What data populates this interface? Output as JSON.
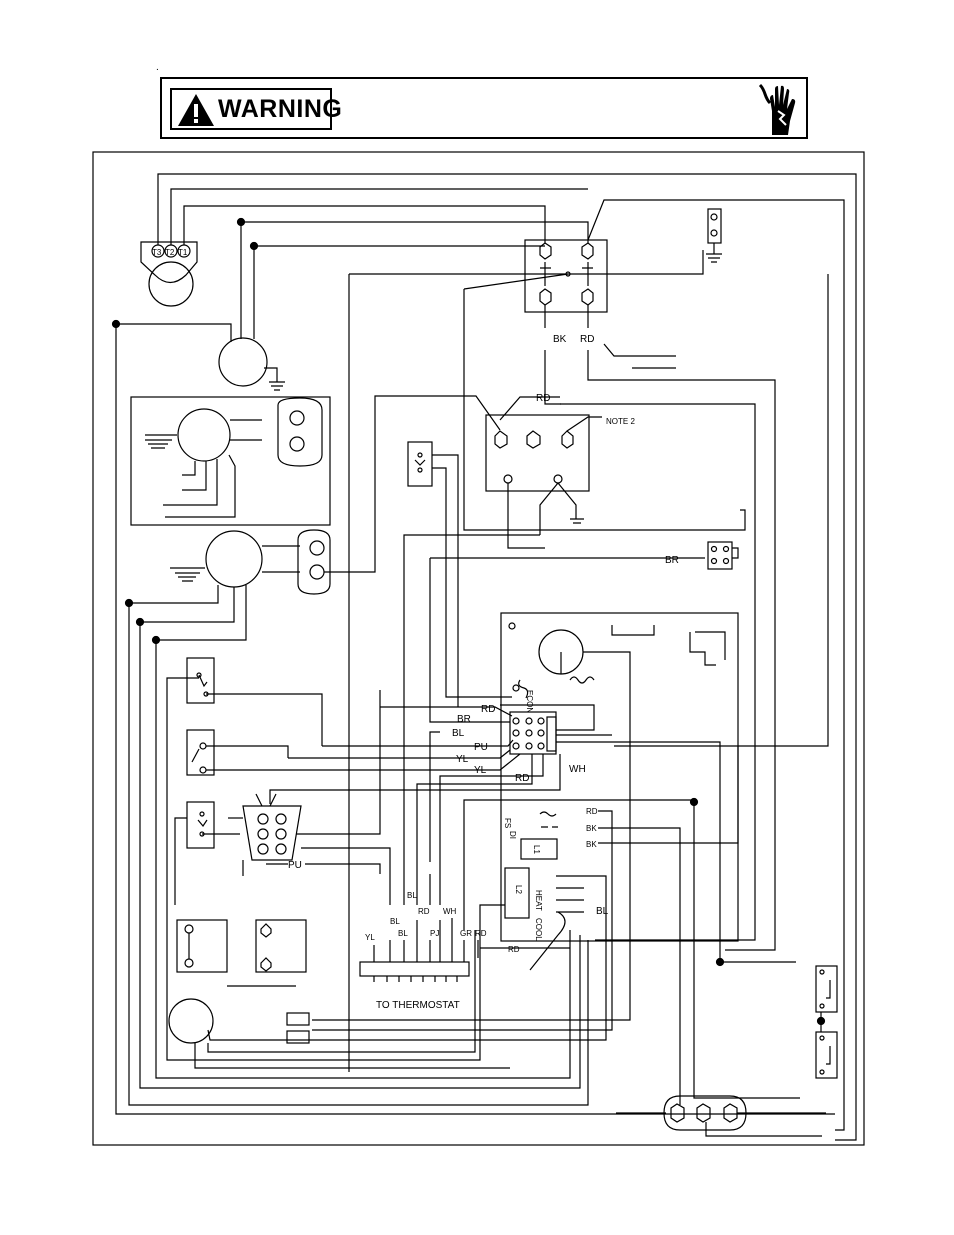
{
  "warning": {
    "label": "WARNING"
  },
  "labels": {
    "t3": "T3",
    "t2": "T2",
    "t1": "T1",
    "bk": "BK",
    "rd_top": "RD",
    "rd_mid": "RD",
    "note2": "NOTE 2",
    "br_right": "BR",
    "econ": "ECON",
    "rd_b1": "RD",
    "br_b": "BR",
    "bl_b": "BL",
    "pu_b": "PU",
    "yl_b1": "YL",
    "yl_b2": "YL",
    "rd_b2": "RD",
    "wh_b": "WH",
    "fs": "FS",
    "di": "DI",
    "l1": "L1",
    "l2": "L2",
    "rd_fs": "RD",
    "bk_di": "BK",
    "bk_l1": "BK",
    "bl_right": "BL",
    "rd_bottom": "RD",
    "pu_left": "PU",
    "th_yl": "YL",
    "th_bl1": "BL",
    "th_bl2": "BL",
    "th_bl3": "BL",
    "th_rd": "RD",
    "th_wh": "WH",
    "th_pj": "PJ",
    "th_gr": "GR",
    "th_rd2": "RD",
    "to_thermostat": "TO THERMOSTAT",
    "heat_col": "HEAT",
    "cool_col": "COOL"
  },
  "colors": {
    "line": "#000000",
    "background": "#ffffff"
  }
}
